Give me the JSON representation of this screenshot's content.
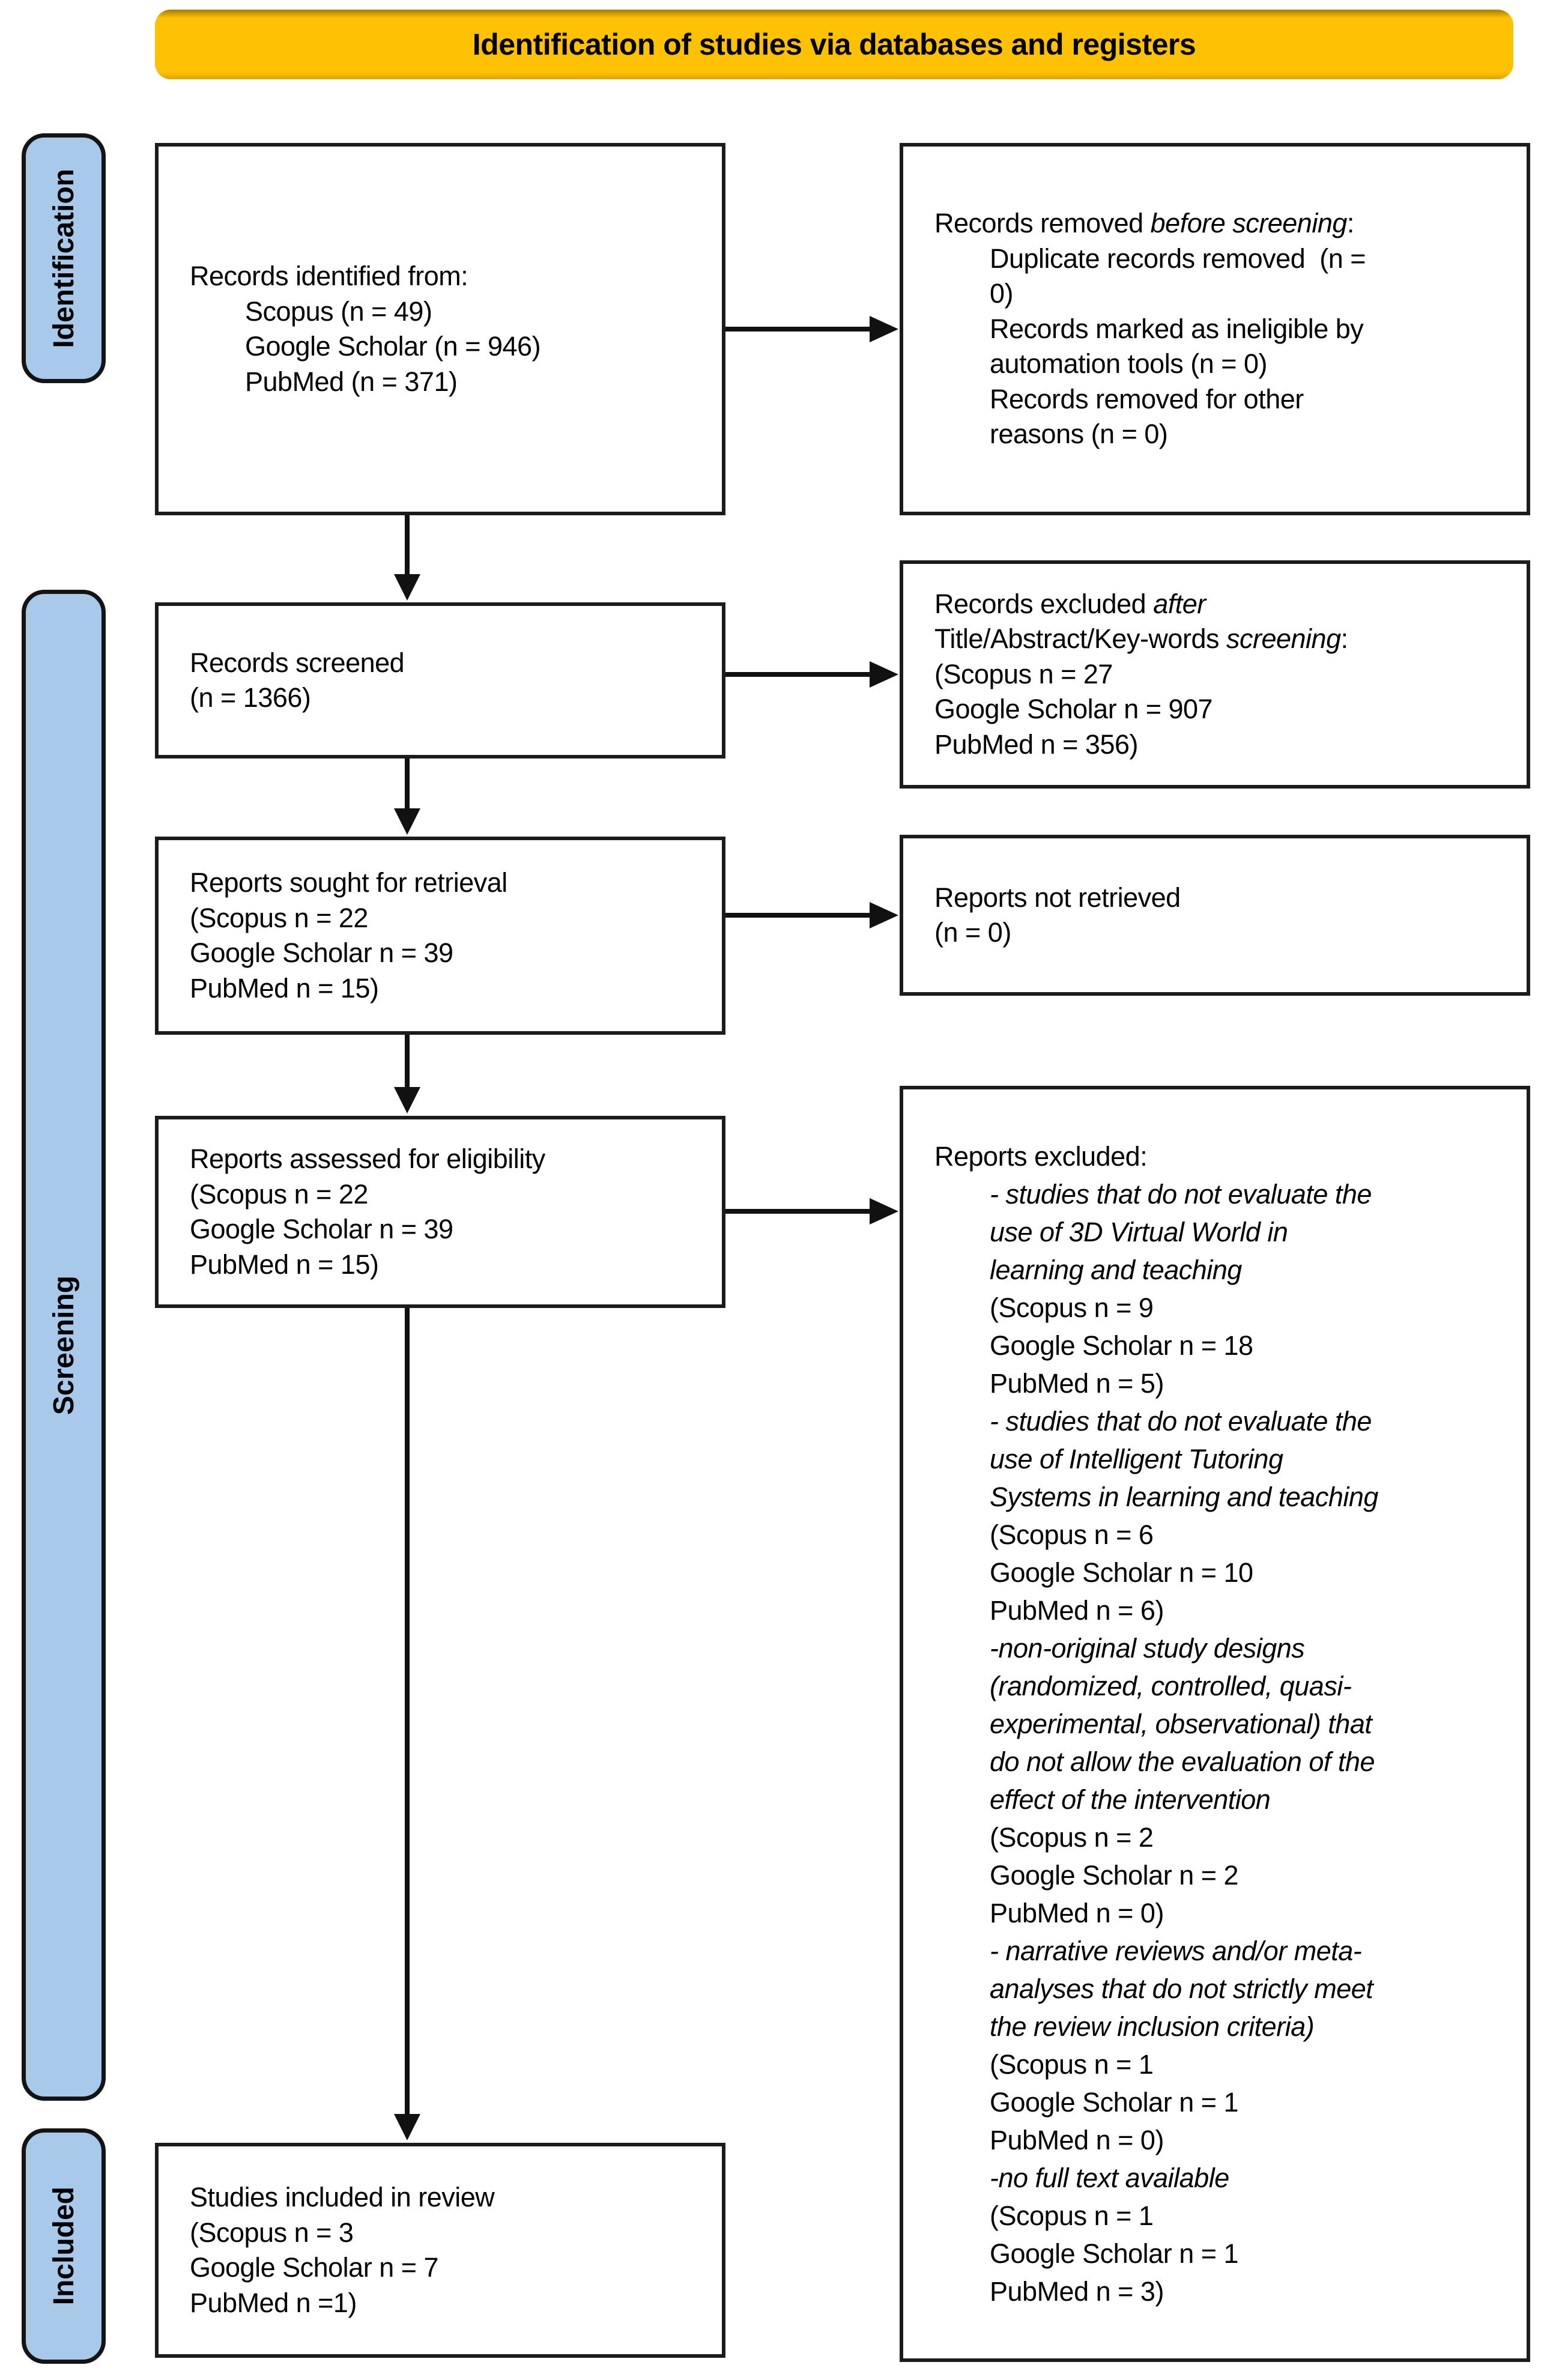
{
  "banner": {
    "title": "Identification of studies via databases and registers"
  },
  "stages": {
    "identification": "Identification",
    "screening": "Screening",
    "included": "Included"
  },
  "palette": {
    "banner_bg": "#FFC104",
    "stage_bg": "#A9C9EA",
    "box_bg": "#FFFFFF",
    "box_border": "#1C1C1C",
    "arrow_color": "#111111",
    "text_color": "#000000"
  },
  "boxes": {
    "identified": {
      "lines": [
        "Records identified from:",
        "Scopus (n = 49)",
        "Google Scholar (n = 946)",
        "PubMed (n = 371)"
      ]
    },
    "removed": {
      "head_plain": "Records removed ",
      "head_italic": "before screening",
      "head_tail": ":",
      "lines": [
        "Duplicate records removed  (n =",
        "0)",
        "Records marked as ineligible by",
        "automation tools (n = 0)",
        "Records removed for other",
        "reasons (n = 0)"
      ]
    },
    "screened": {
      "lines": [
        "Records screened",
        "(n = 1366)"
      ]
    },
    "excluded_screening": {
      "l0_plain": "Records excluded ",
      "l0_italic": "after",
      "l1_plain": "Title/Abstract/Key-words ",
      "l1_italic": "screening",
      "l1_tail": ":",
      "lines": [
        "(Scopus n = 27",
        "Google Scholar n = 907",
        "PubMed n = 356)"
      ]
    },
    "sought": {
      "lines": [
        "Reports sought for retrieval",
        "(Scopus n = 22",
        "Google Scholar n = 39",
        "PubMed n = 15)"
      ]
    },
    "not_retrieved": {
      "lines": [
        "Reports not retrieved",
        "(n = 0)"
      ]
    },
    "assessed": {
      "lines": [
        "Reports assessed for eligibility",
        "(Scopus n = 22",
        "Google Scholar n = 39",
        "PubMed n = 15)"
      ]
    },
    "reports_excluded": {
      "title": "Reports excluded:",
      "items": [
        "- studies that do not evaluate the",
        "use of 3D Virtual World in",
        "learning and teaching",
        "(Scopus n = 9",
        "Google Scholar n = 18",
        "PubMed n = 5)",
        "- studies that do not evaluate the",
        "use of Intelligent Tutoring",
        "Systems in learning and teaching",
        "(Scopus n = 6",
        "Google Scholar n = 10",
        "PubMed n = 6)",
        "-non-original study designs",
        "(randomized, controlled, quasi-",
        "experimental, observational) that",
        "do not allow the evaluation of the",
        "effect of the intervention",
        "(Scopus n = 2",
        "Google Scholar n = 2",
        "PubMed n = 0)",
        "- narrative reviews and/or meta-",
        "analyses that do not strictly meet",
        "the review inclusion criteria)",
        "(Scopus n = 1",
        "Google Scholar n = 1",
        "PubMed n = 0)",
        "-no full text available",
        "(Scopus n = 1",
        "Google Scholar n = 1",
        "PubMed n = 3)"
      ]
    },
    "included_review": {
      "lines": [
        "Studies included in review",
        "(Scopus n = 3",
        "Google Scholar n = 7",
        "PubMed n =1)"
      ]
    }
  }
}
